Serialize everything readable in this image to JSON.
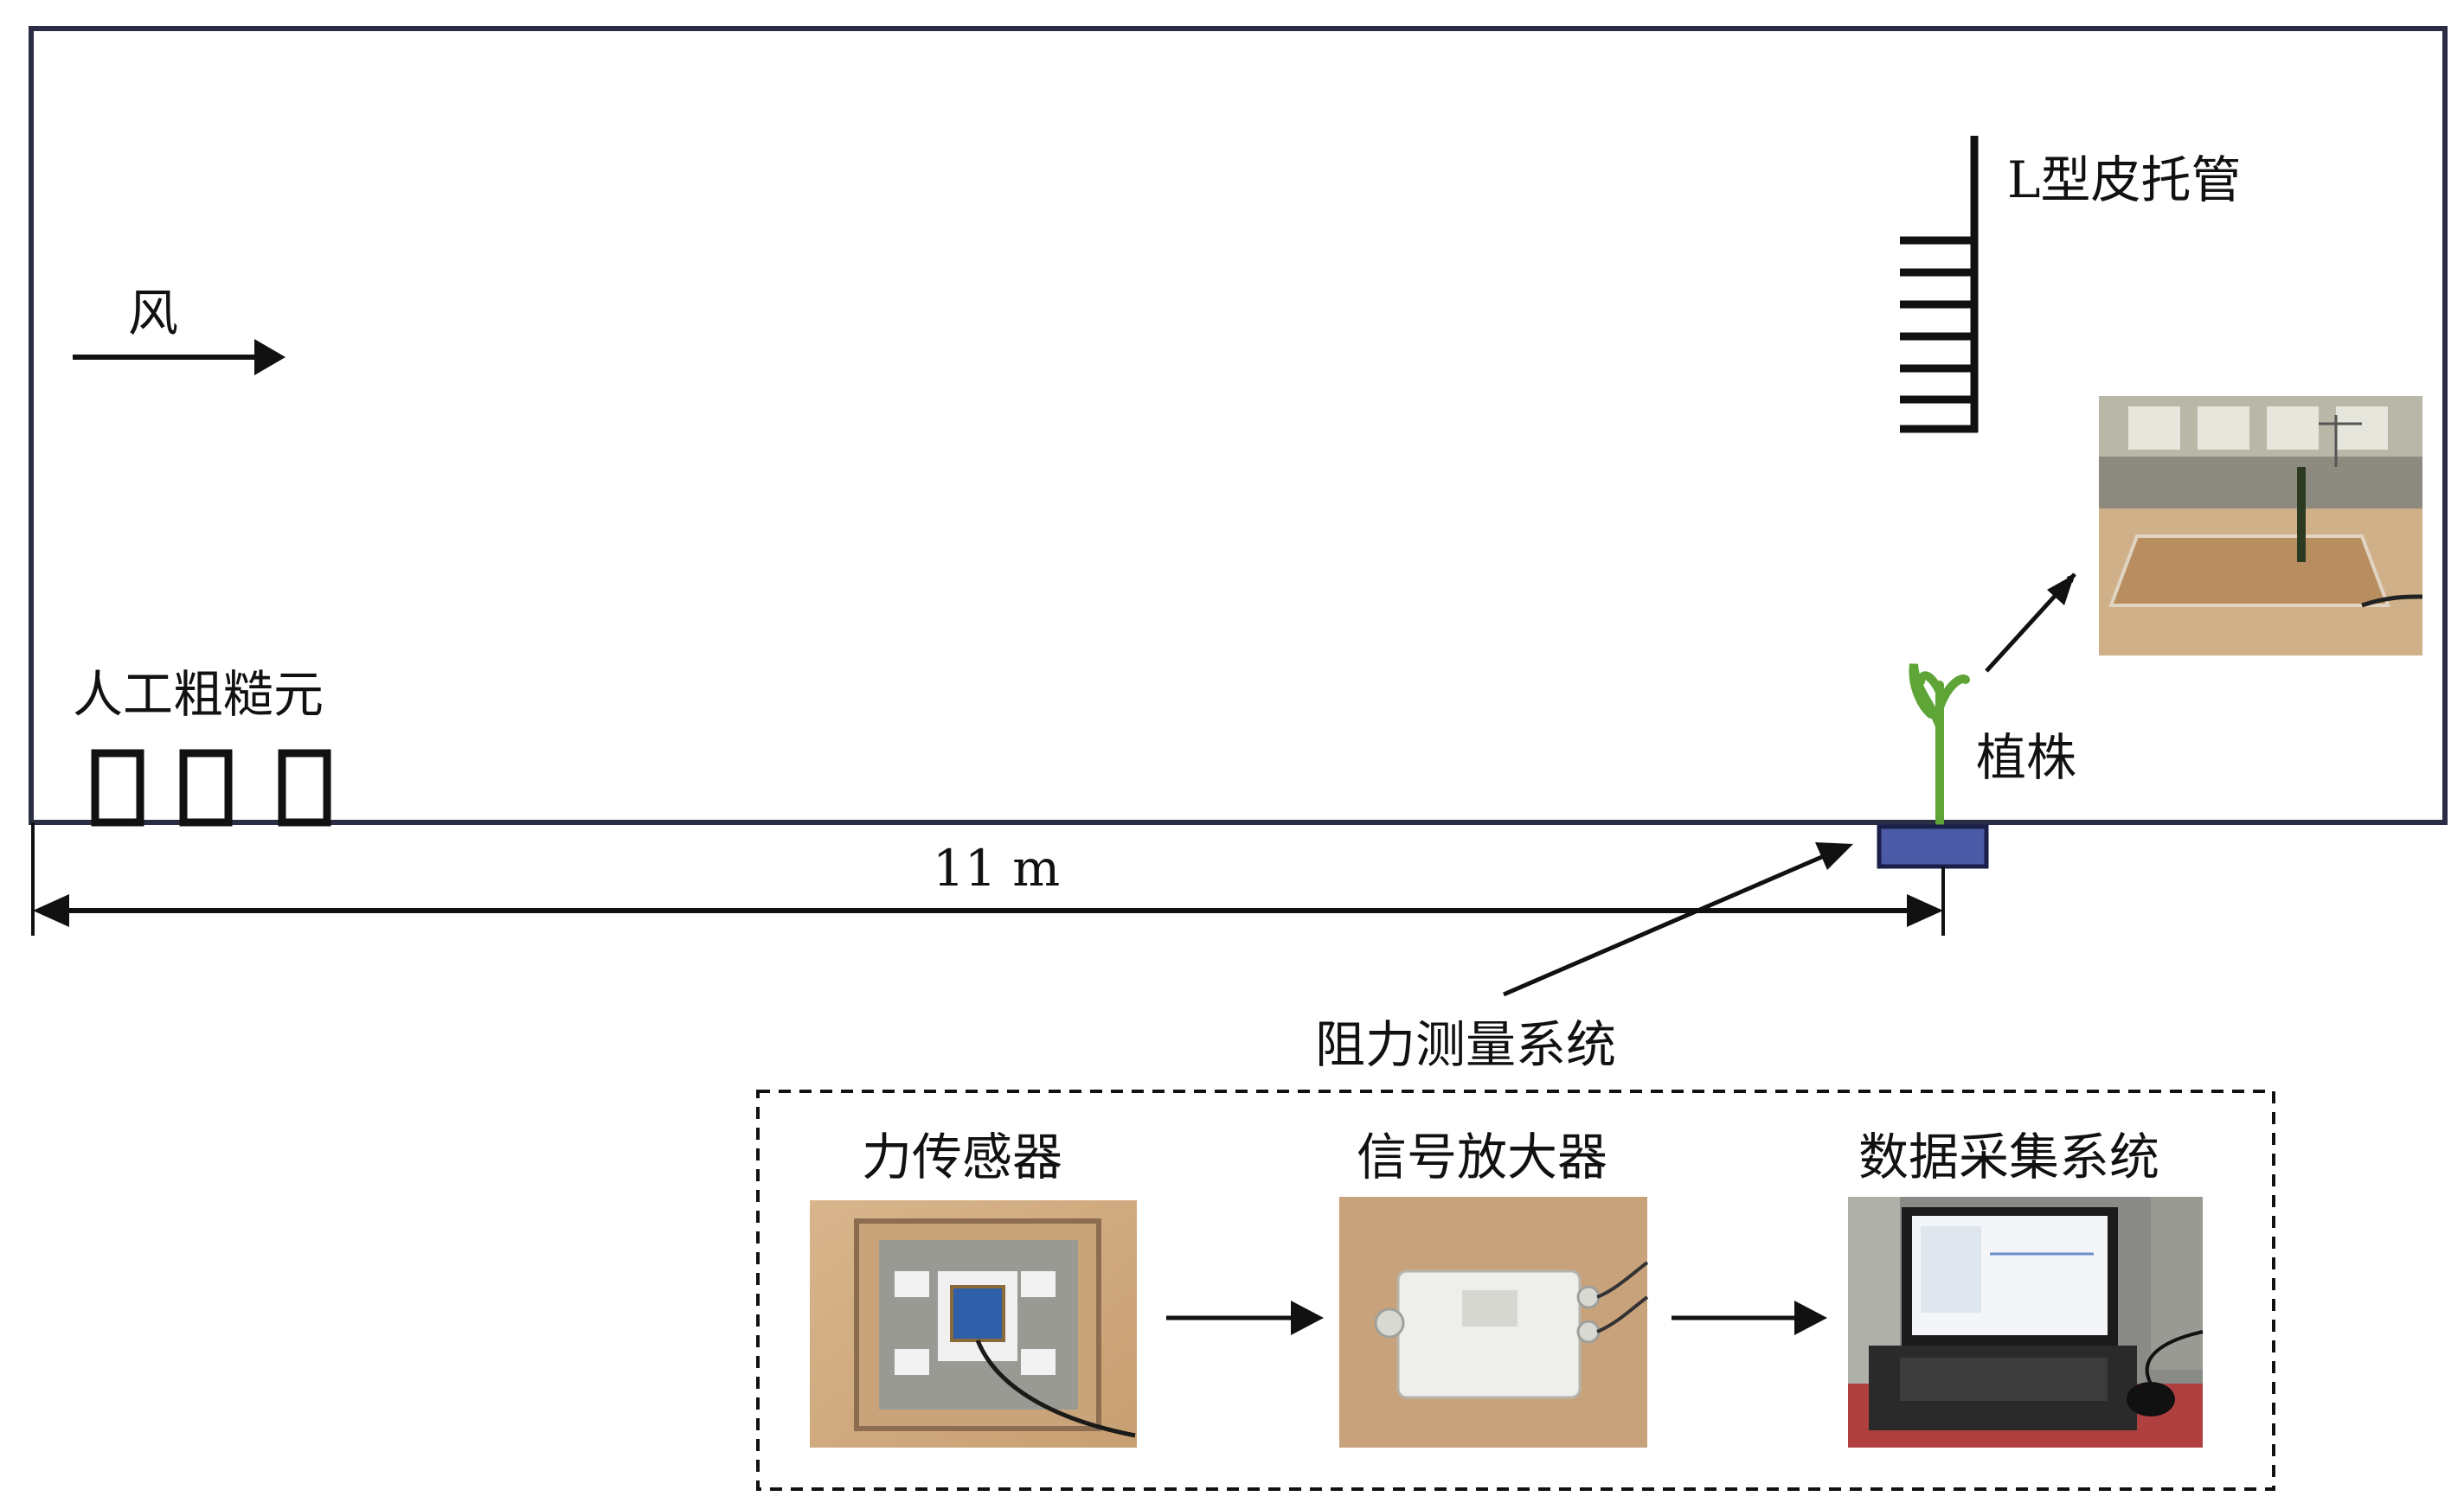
{
  "labels": {
    "wind": "风",
    "pitot": "L型皮托管",
    "roughness": "人工粗糙元",
    "plant": "植株",
    "distance": "11 m",
    "drag_system": "阻力测量系统",
    "sensor": "力传感器",
    "amplifier": "信号放大器",
    "daq": "数据采集系统"
  },
  "colors": {
    "tunnel_border": "#2b2d45",
    "plant": "#5ea437",
    "base": "#4a5aa6",
    "base_border": "#1a1f4a",
    "line": "#111111"
  }
}
